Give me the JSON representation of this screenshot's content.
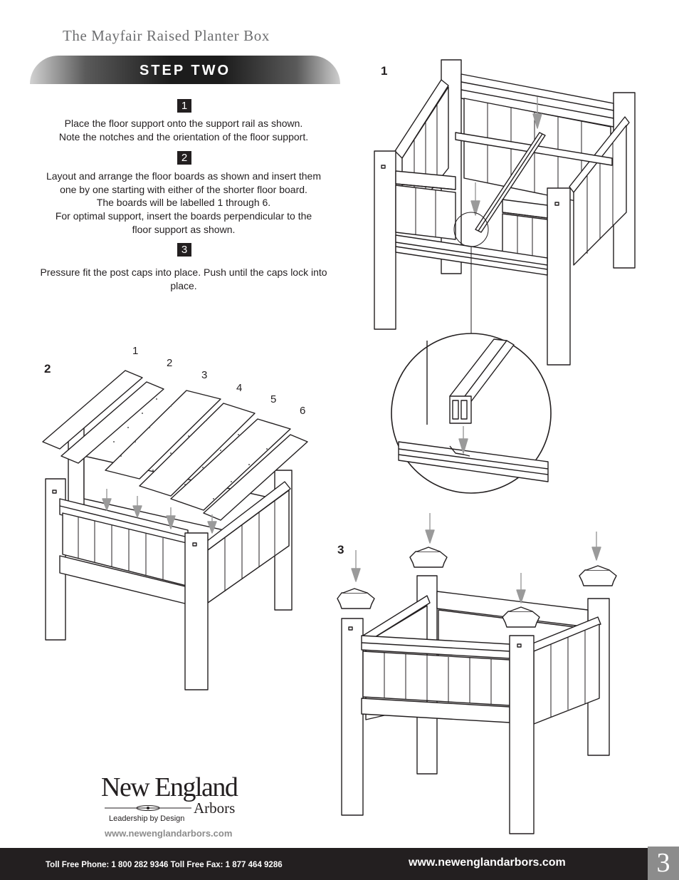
{
  "header": {
    "title": "The Mayfair Raised Planter Box"
  },
  "step": {
    "title": "STEP TWO"
  },
  "instructions": [
    {
      "number": "1",
      "lines": [
        "Place the floor support onto the support rail as shown.",
        "Note the notches and the orientation of the floor support."
      ]
    },
    {
      "number": "2",
      "lines": [
        "Layout and arrange the floor boards as shown and insert them",
        "one by one starting with either of the shorter floor board.",
        "The boards will be labelled 1 through 6.",
        "For optimal support, insert the boards perpendicular to the",
        "floor support as shown."
      ]
    },
    {
      "number": "3",
      "lines": [
        "Pressure fit the post caps into place. Push until the caps lock into",
        "place."
      ]
    }
  ],
  "figures": {
    "fig1_label": "1",
    "fig2_label": "2",
    "fig3_label": "3",
    "board_labels": [
      "1",
      "2",
      "3",
      "4",
      "5",
      "6"
    ]
  },
  "logo": {
    "name": "New England",
    "sub": "Arbors",
    "tagline": "Leadership by Design",
    "url": "www.newenglandarbors.com"
  },
  "footer": {
    "phone_fax": "Toll Free Phone:  1 800 282 9346  Toll Free Fax:  1 877 464 9286",
    "url": "www.newenglandarbors.com",
    "page_number": "3"
  },
  "colors": {
    "text": "#231f20",
    "title_gray": "#6d6e70",
    "footer_bg": "#231f20",
    "page_box": "#8c8c8c",
    "arrow": "#9a9a9a"
  }
}
